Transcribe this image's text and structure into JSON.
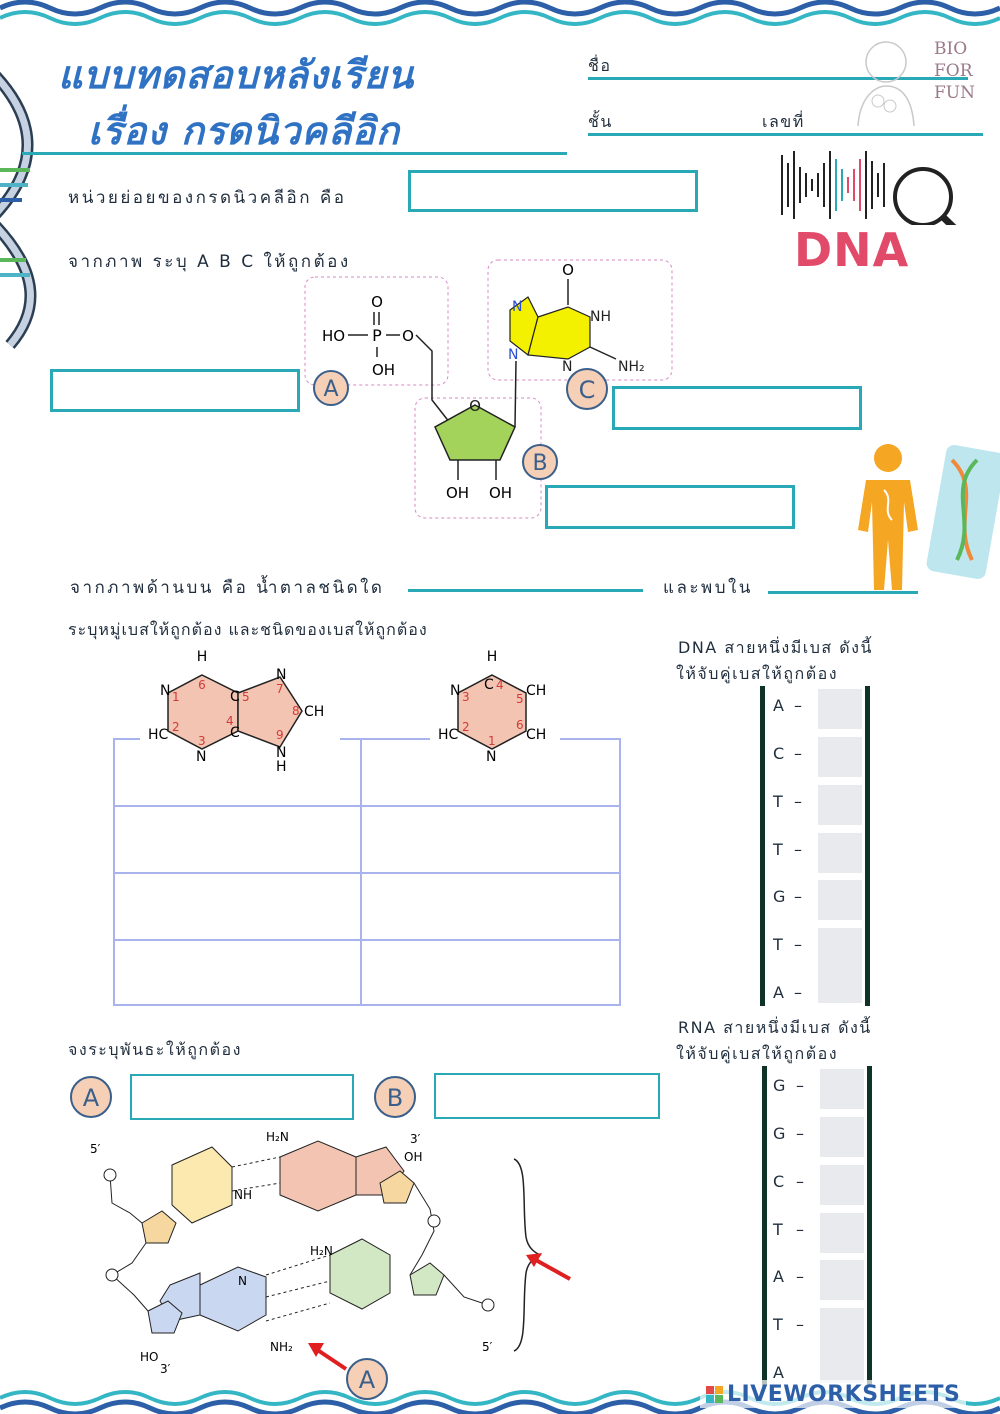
{
  "header": {
    "title_line1": "แบบทดสอบหลังเรียน",
    "title_line2": "เรื่อง กรดนิวคลีอิก",
    "name_label": "ชื่อ",
    "class_label": "ชั้น",
    "number_label": "เลขที่",
    "logo_text": [
      "BIO",
      "FOR",
      "FUN"
    ],
    "dna_logo": "DNA"
  },
  "q1": {
    "label": "หน่วยย่อยของกรดนิวคลีอิก คือ"
  },
  "q2": {
    "label": "จากภาพ ระบุ A B C ให้ถูกต้อง",
    "markers": [
      "A",
      "B",
      "C"
    ],
    "chem": {
      "o_top": "O",
      "p": "P",
      "ho": "HO",
      "oh": "OH",
      "o_link": "O",
      "ring_o": "O",
      "oh1": "OH",
      "oh2": "OH",
      "base_o": "O",
      "nh": "NH",
      "n1": "N",
      "n2": "N",
      "n3": "N",
      "nh2": "NH₂"
    }
  },
  "q3": {
    "label": "จากภาพด้านบน คือ น้ำตาลชนิดใด",
    "label2": "และพบใน"
  },
  "q4": {
    "label": "ระบุหมู่เบสให้ถูกต้อง และชนิดของเบสให้ถูกต้อง",
    "purine": {
      "h": "H",
      "c6": "6",
      "n1": "N",
      "n1num": "1",
      "c5": "C",
      "c5num": "5",
      "n7": "N",
      "n7num": "7",
      "c8": "8",
      "ch": "CH",
      "hc": "HC",
      "c2num": "2",
      "c4": "C",
      "c4num": "4",
      "n3": "N",
      "n3num": "3",
      "n9num": "9",
      "n9": "N",
      "n9h": "H"
    },
    "pyrimidine": {
      "h": "H",
      "c4": "C",
      "c4num": "4",
      "n3": "N",
      "n3num": "3",
      "c5num": "5",
      "ch5": "CH",
      "hc": "HC",
      "c2num": "2",
      "c6num": "6",
      "ch6": "CH",
      "n1": "N",
      "n1num": "1"
    }
  },
  "dna_pair": {
    "title_line1": "DNA สายหนึ่งมีเบส ดังนี้",
    "title_line2": "ให้จับคู่เบสให้ถูกต้อง",
    "bases": [
      "A",
      "C",
      "T",
      "T",
      "G",
      "T",
      "A"
    ]
  },
  "rna_pair": {
    "title_line1": "RNA สายหนึ่งมีเบส ดังนี้",
    "title_line2": "ให้จับคู่เบสให้ถูกต้อง",
    "bases": [
      "G",
      "G",
      "C",
      "T",
      "A",
      "T",
      "A"
    ]
  },
  "q5": {
    "label": "จงระบุพันธะให้ถูกต้อง",
    "markers": [
      "A",
      "B",
      "A"
    ],
    "chem": {
      "five_prime_top": "5′",
      "three_prime_top": "3′",
      "h2n": "H₂N",
      "oh_top": "OH",
      "five_prime_bottom": "5′",
      "three_prime_bottom": "3′",
      "h2n_bottom": "H₂N",
      "nh2": "NH₂",
      "ho": "HO",
      "nh": "NH",
      "n": "N"
    }
  },
  "footer": {
    "brand": "LIVEWORKSHEETS"
  },
  "colors": {
    "teal": "#29a9b5",
    "title_blue": "#2f72c4",
    "grid": "#a9b3ee",
    "marker_fill": "#f5cfb6"
  }
}
